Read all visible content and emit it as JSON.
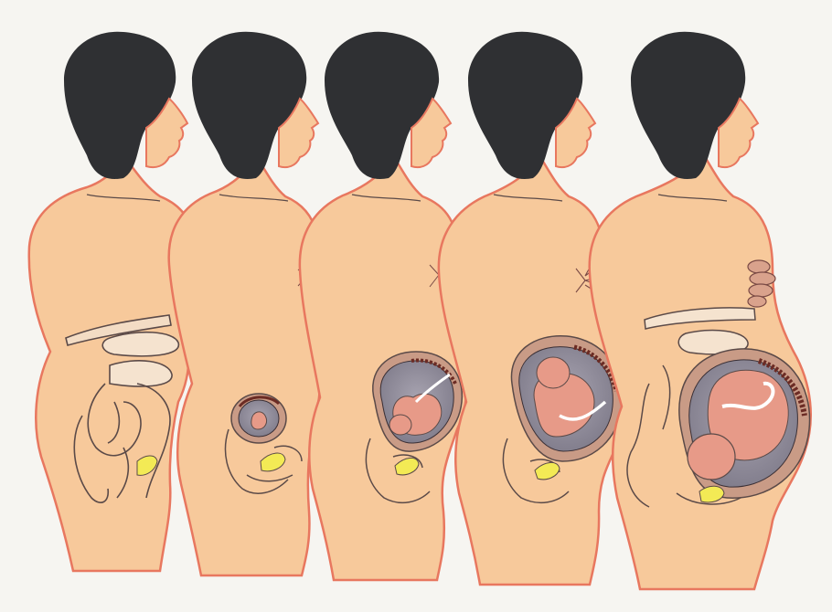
{
  "figures": [
    {
      "stage": 1,
      "womb": "none",
      "breast": "small"
    },
    {
      "stage": 2,
      "womb": "small",
      "breast": "small"
    },
    {
      "stage": 3,
      "womb": "medium",
      "breast": "medium"
    },
    {
      "stage": 4,
      "womb": "large",
      "breast": "medium"
    },
    {
      "stage": 5,
      "womb": "full",
      "breast": "large"
    }
  ],
  "colors": {
    "background": "#f6f5f1",
    "skin": "#f7c99b",
    "skin_shade": "#f3b98a",
    "outline": "#e8775f",
    "hair": "#2f3033",
    "ink": "#5b4a48",
    "amniotic": "#8e8a97",
    "womb_wall": "#c99b86",
    "fetus": "#e79a88",
    "bladder": "#f3ea55",
    "placenta": "#6b2b24"
  }
}
